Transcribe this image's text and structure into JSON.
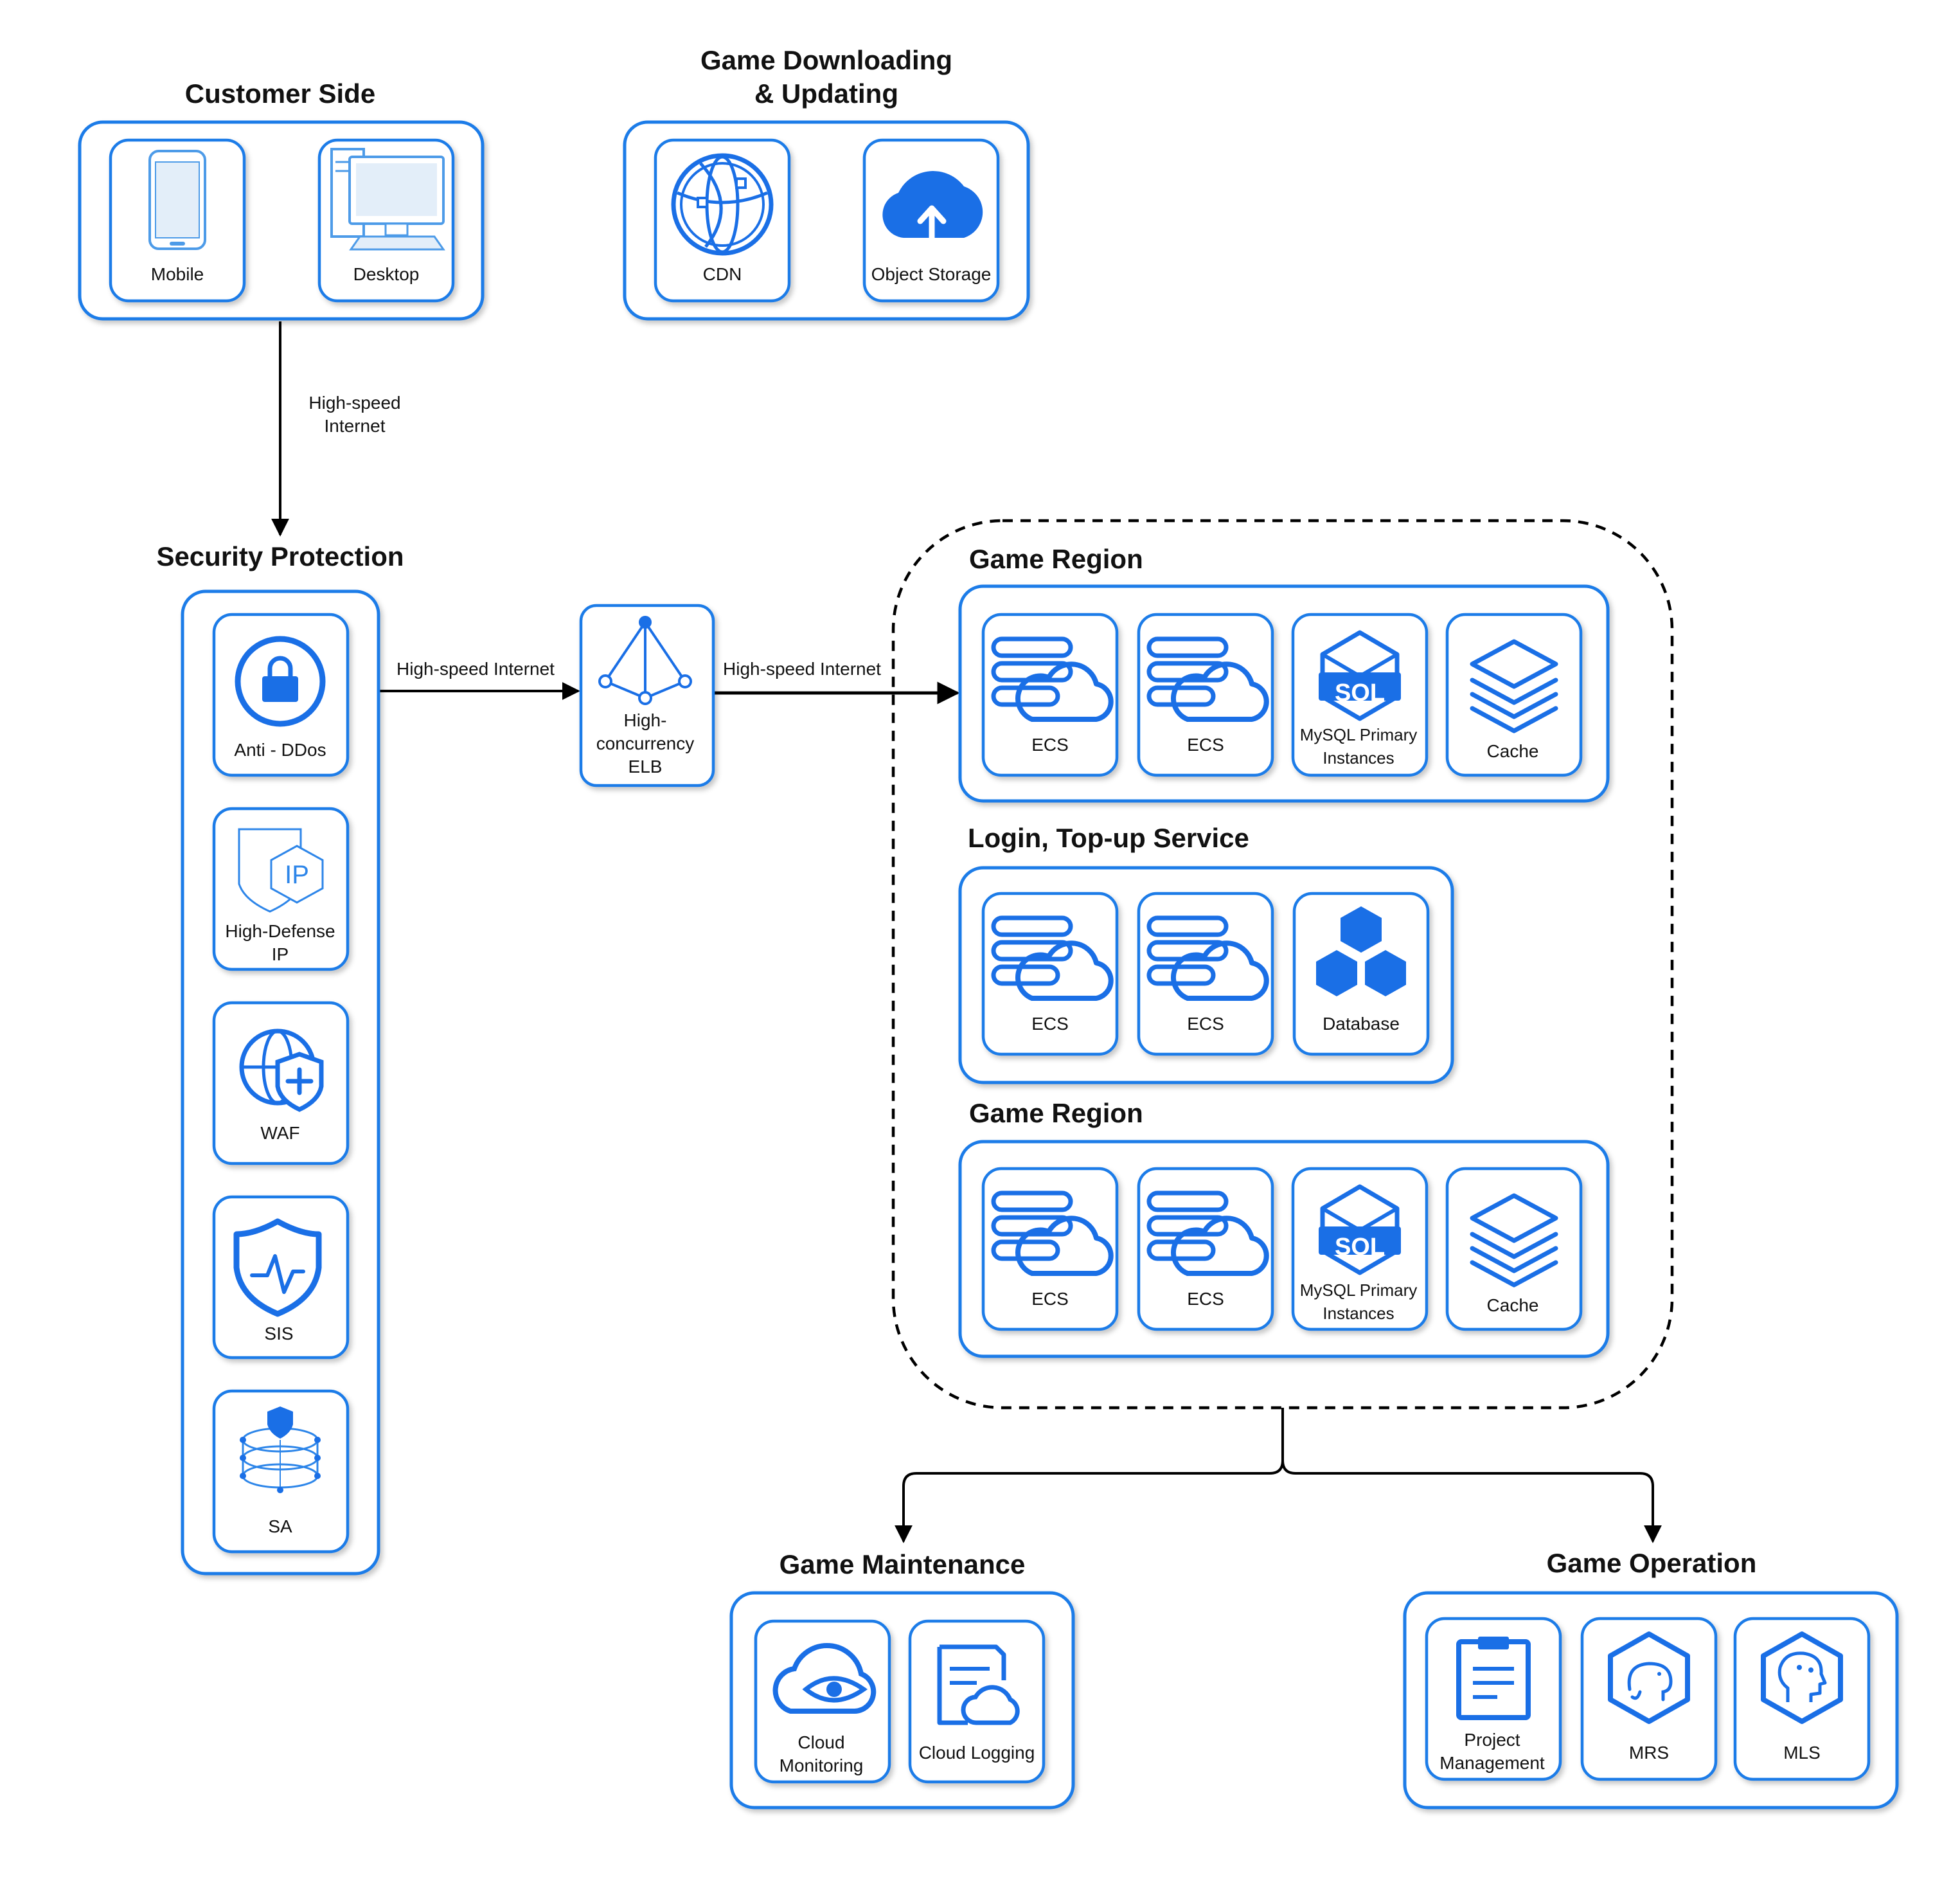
{
  "groups": {
    "customer_side": {
      "title": "Customer Side",
      "items": [
        "Mobile",
        "Desktop"
      ]
    },
    "game_downloading": {
      "title_line1": "Game Downloading",
      "title_line2": "& Updating",
      "items": [
        "CDN",
        "Object Storage"
      ]
    },
    "security_protection": {
      "title": "Security Protection",
      "items": [
        "Anti - DDos",
        "High-Defense",
        "IP",
        "WAF",
        "SIS",
        "SA"
      ]
    },
    "elb": {
      "line1": "High-",
      "line2": "concurrency",
      "line3": "ELB"
    },
    "game_region_1": {
      "title": "Game Region",
      "items": [
        "ECS",
        "ECS",
        "MySQL Primary",
        "Instances",
        "Cache"
      ],
      "sql_badge": "SQL"
    },
    "login_topup": {
      "title": "Login, Top-up Service",
      "items": [
        "ECS",
        "ECS",
        "Database"
      ]
    },
    "game_region_2": {
      "title": "Game Region",
      "items": [
        "ECS",
        "ECS",
        "MySQL Primary",
        "Instances",
        "Cache"
      ],
      "sql_badge": "SQL"
    },
    "game_maintenance": {
      "title": "Game Maintenance",
      "items": [
        "Cloud",
        "Monitoring",
        "Cloud Logging"
      ]
    },
    "game_operation": {
      "title": "Game Operation",
      "items": [
        "Project",
        "Management",
        "MRS",
        "MLS"
      ]
    }
  },
  "edges": {
    "customer_to_security": {
      "line1": "High-speed",
      "line2": "Internet"
    },
    "security_to_elb": "High-speed Internet",
    "elb_to_region": "High-speed Internet"
  },
  "icons": {
    "hdip_badge": "IP"
  },
  "colors": {
    "accent": "#1a6fe6",
    "border": "#1e7be8",
    "text": "#111111"
  }
}
